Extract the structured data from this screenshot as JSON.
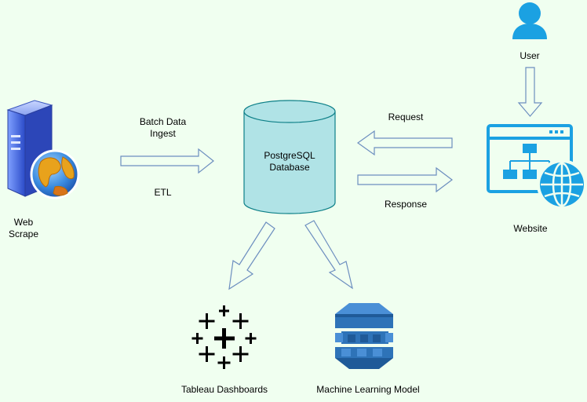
{
  "nodes": {
    "web_scrape": {
      "label_line1": "Web",
      "label_line2": "Scrape"
    },
    "database": {
      "label_line1": "PostgreSQL",
      "label_line2": "Database"
    },
    "user": {
      "label": "User"
    },
    "website": {
      "label": "Website"
    },
    "tableau": {
      "label": "Tableau Dashboards"
    },
    "ml_model": {
      "label": "Machine Learning Model"
    }
  },
  "edges": {
    "ingest": {
      "label_line1": "Batch Data",
      "label_line2": "Ingest",
      "label_below": "ETL"
    },
    "request": {
      "label": "Request"
    },
    "response": {
      "label": "Response"
    }
  },
  "colors": {
    "background": "#f0fff0",
    "arrow_stroke": "#6c8ebf",
    "db_fill": "#b0e3e6",
    "db_stroke": "#0e8088",
    "icon_blue": "#1ba1e2",
    "aws_blue": "#2e73b8",
    "server_blue": "#3c5fd6"
  },
  "icons": {
    "web_scrape": "server-globe-icon",
    "user": "user-icon",
    "website": "website-sitemap-icon",
    "tableau": "tableau-icon",
    "ml_model": "stacked-cubes-icon"
  }
}
